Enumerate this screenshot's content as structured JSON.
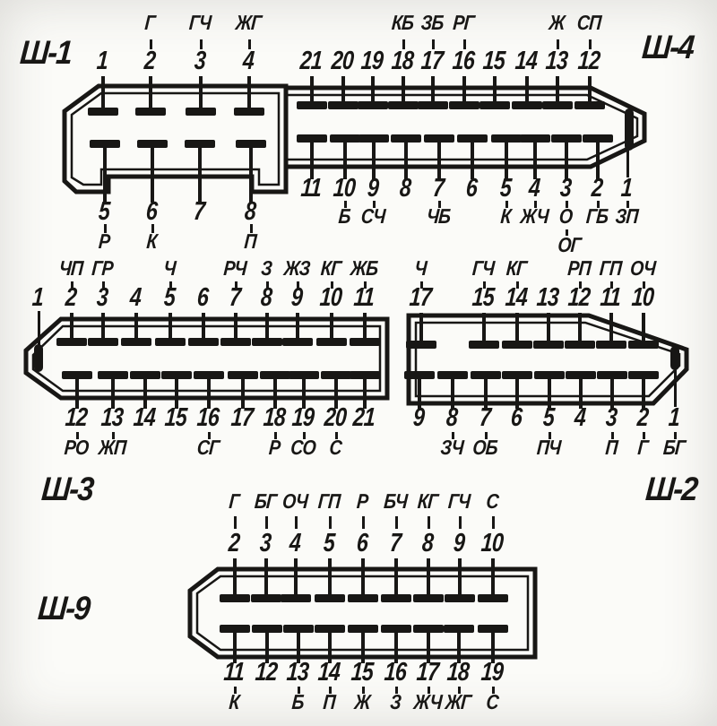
{
  "colors": {
    "ink": "#181715",
    "paper": "#fafaf7"
  },
  "connectors": [
    {
      "id": "sh1",
      "label": "Ш-1",
      "top_pins": [
        {
          "n": "1"
        },
        {
          "n": "2",
          "w": "Г"
        },
        {
          "n": "3",
          "w": "ГЧ"
        },
        {
          "n": "4",
          "w": "ЖГ"
        }
      ],
      "bottom_pins": [
        {
          "n": "5",
          "w": "Р"
        },
        {
          "n": "6",
          "w": "К"
        },
        {
          "n": "7"
        },
        {
          "n": "8",
          "w": "П"
        }
      ]
    },
    {
      "id": "sh4",
      "label": "Ш-4",
      "top_pins": [
        {
          "n": "21"
        },
        {
          "n": "20"
        },
        {
          "n": "19"
        },
        {
          "n": "18",
          "w": "КБ"
        },
        {
          "n": "17",
          "w": "ЗБ"
        },
        {
          "n": "16",
          "w": "РГ"
        },
        {
          "n": "15"
        },
        {
          "n": "14"
        },
        {
          "n": "13",
          "w": "Ж"
        },
        {
          "n": "12",
          "w": "СП"
        }
      ],
      "bottom_pins": [
        {
          "n": "11"
        },
        {
          "n": "10",
          "w": "Б"
        },
        {
          "n": "9",
          "w": "СЧ"
        },
        {
          "n": "8"
        },
        {
          "n": "7",
          "w": "ЧБ"
        },
        {
          "n": "6"
        },
        {
          "n": "5",
          "w": "К"
        },
        {
          "n": "4",
          "w": "ЖЧ"
        },
        {
          "n": "3",
          "w": "О",
          "w2": "ОГ"
        },
        {
          "n": "2",
          "w": "ГБ"
        },
        {
          "n": "1",
          "w": "ЗП",
          "tip": true
        }
      ]
    },
    {
      "id": "sh3",
      "label": "Ш-3",
      "top_pins": [
        {
          "n": "1",
          "tip": true
        },
        {
          "n": "2",
          "w": "ЧП"
        },
        {
          "n": "3",
          "w": "ГР"
        },
        {
          "n": "4"
        },
        {
          "n": "5",
          "w": "Ч"
        },
        {
          "n": "6"
        },
        {
          "n": "7",
          "w": "РЧ"
        },
        {
          "n": "8",
          "w": "З"
        },
        {
          "n": "9",
          "w": "ЖЗ"
        },
        {
          "n": "10",
          "w": "КГ"
        },
        {
          "n": "11",
          "w": "ЖБ"
        }
      ],
      "bottom_pins": [
        {
          "n": "12",
          "w": "РО"
        },
        {
          "n": "13",
          "w": "ЖП"
        },
        {
          "n": "14"
        },
        {
          "n": "15"
        },
        {
          "n": "16",
          "w": "СГ"
        },
        {
          "n": "17"
        },
        {
          "n": "18",
          "w": "Р"
        },
        {
          "n": "19",
          "w": "СО"
        },
        {
          "n": "20",
          "w": "С"
        },
        {
          "n": "21"
        }
      ]
    },
    {
      "id": "sh2",
      "label": "Ш-2",
      "top_pins": [
        {
          "n": "17",
          "w": "Ч"
        },
        {
          "n": "15",
          "w": "ГЧ"
        },
        {
          "n": "14",
          "w": "КГ"
        },
        {
          "n": "13"
        },
        {
          "n": "12",
          "w": "РП"
        },
        {
          "n": "11",
          "w": "ГП"
        },
        {
          "n": "10",
          "w": "ОЧ"
        }
      ],
      "bottom_pins": [
        {
          "n": "9"
        },
        {
          "n": "8",
          "w": "ЗЧ"
        },
        {
          "n": "7",
          "w": "ОБ"
        },
        {
          "n": "6"
        },
        {
          "n": "5",
          "w": "ПЧ"
        },
        {
          "n": "4"
        },
        {
          "n": "3",
          "w": "П"
        },
        {
          "n": "2",
          "w": "Г"
        },
        {
          "n": "1",
          "w": "БГ",
          "tip": true
        }
      ]
    },
    {
      "id": "sh9",
      "label": "Ш-9",
      "top_pins": [
        {
          "n": "2",
          "w": "Г"
        },
        {
          "n": "3",
          "w": "БГ"
        },
        {
          "n": "4",
          "w": "ОЧ"
        },
        {
          "n": "5",
          "w": "ГП"
        },
        {
          "n": "6",
          "w": "Р"
        },
        {
          "n": "7",
          "w": "БЧ"
        },
        {
          "n": "8",
          "w": "КГ"
        },
        {
          "n": "9",
          "w": "ГЧ"
        },
        {
          "n": "10",
          "w": "С"
        }
      ],
      "bottom_pins": [
        {
          "n": "11",
          "w": "К"
        },
        {
          "n": "12"
        },
        {
          "n": "13",
          "w": "Б"
        },
        {
          "n": "14",
          "w": "П"
        },
        {
          "n": "15",
          "w": "Ж"
        },
        {
          "n": "16",
          "w": "З"
        },
        {
          "n": "17",
          "w": "ЖЧ"
        },
        {
          "n": "18",
          "w": "ЖГ"
        },
        {
          "n": "19",
          "w": "С"
        }
      ]
    }
  ]
}
